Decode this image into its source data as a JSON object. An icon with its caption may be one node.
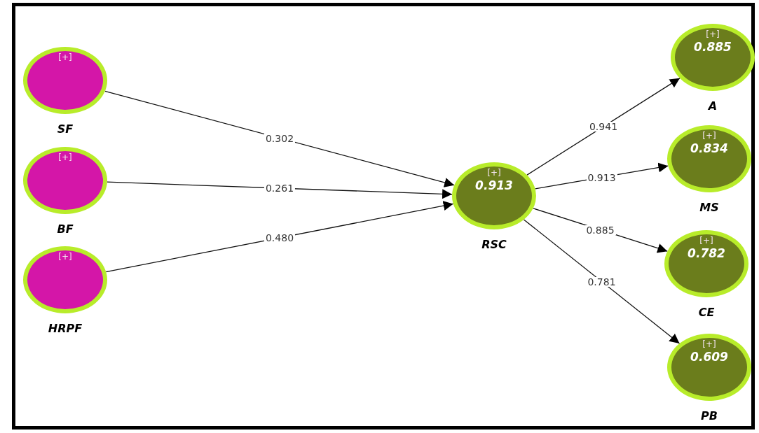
{
  "diagram": {
    "nodes": [
      {
        "text": [
          "[+]",
          "SF"
        ]
      },
      {
        "text": [
          "[+]",
          "BF"
        ]
      },
      {
        "text": [
          "[+]",
          "HRPF"
        ]
      },
      {
        "text": [
          "[+]",
          "0.913",
          "RSC"
        ]
      },
      {
        "text": [
          "[+]",
          "0.885",
          "A"
        ]
      },
      {
        "text": [
          "[+]",
          "0.834",
          "MS"
        ]
      },
      {
        "text": [
          "[+]",
          "0.782",
          "CE"
        ]
      },
      {
        "text": [
          "[+]",
          "0.609",
          "PB"
        ]
      }
    ],
    "edges": [
      {
        "from": 0,
        "to": 3,
        "arrow": "to",
        "label": "0.302"
      },
      {
        "from": 1,
        "to": 3,
        "arrow": "to",
        "label": "0.261"
      },
      {
        "from": 2,
        "to": 3,
        "arrow": "to",
        "label": "0.480"
      },
      {
        "from": 3,
        "to": 4,
        "arrow": "to",
        "label": "0.941"
      },
      {
        "from": 3,
        "to": 5,
        "arrow": "to",
        "label": "0.913"
      },
      {
        "from": 3,
        "to": 6,
        "arrow": "to",
        "label": "0.885"
      },
      {
        "from": 3,
        "to": 7,
        "arrow": "to",
        "label": "0.781"
      }
    ]
  }
}
